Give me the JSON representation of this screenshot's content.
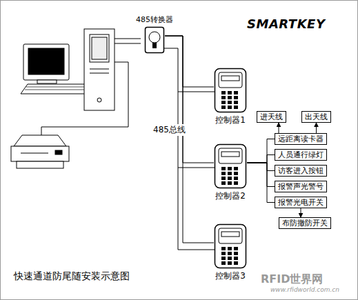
{
  "diagram": {
    "caption": "快速通道防尾随安装示意图",
    "nodes": [
      {
        "text": [
          "485转换器"
        ]
      },
      {
        "text": [
          "控制器1"
        ]
      },
      {
        "text": [
          "进天线"
        ]
      },
      {
        "text": [
          "出天线"
        ]
      },
      {
        "text": [
          "远距离读卡器"
        ]
      },
      {
        "text": [
          "控制器2"
        ]
      },
      {
        "text": [
          "人员通行绿灯"
        ]
      },
      {
        "text": [
          "访客进入按钮"
        ]
      },
      {
        "text": [
          "报警声光警号"
        ]
      },
      {
        "text": [
          "报警光电开关"
        ]
      },
      {
        "text": [
          "布防撤防开关"
        ]
      },
      {
        "text": [
          "控制器3"
        ]
      }
    ],
    "edges": [
      {
        "from": 0,
        "to": 1,
        "arrow": "none"
      },
      {
        "from": 0,
        "to": 5,
        "arrow": "none"
      },
      {
        "from": 0,
        "to": 11,
        "arrow": "none"
      },
      {
        "from": 4,
        "to": 2,
        "arrow": "to"
      },
      {
        "from": 4,
        "to": 3,
        "arrow": "to"
      },
      {
        "from": 5,
        "to": 4,
        "arrow": "none"
      },
      {
        "from": 5,
        "to": 6,
        "arrow": "none"
      },
      {
        "from": 5,
        "to": 7,
        "arrow": "none"
      },
      {
        "from": 5,
        "to": 8,
        "arrow": "none"
      },
      {
        "from": 5,
        "to": 9,
        "arrow": "none"
      },
      {
        "from": 9,
        "to": 10,
        "arrow": "to"
      }
    ],
    "labels": [
      "SMARTKEY",
      "485总线",
      "RFID世界网",
      "www.rfidworld.com.cn"
    ]
  }
}
